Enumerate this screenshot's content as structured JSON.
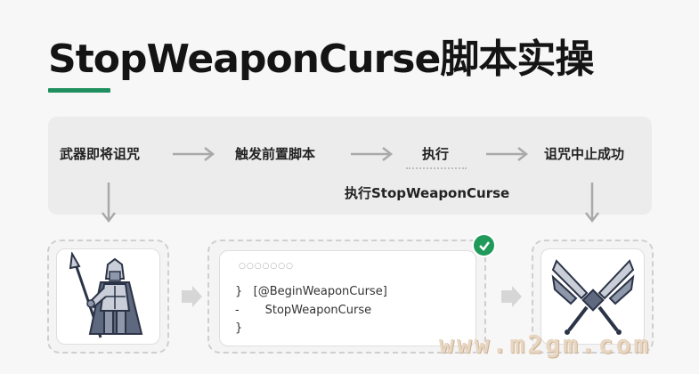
{
  "header": {
    "title": "StopWeaponCurse脚本实操"
  },
  "flow": {
    "steps": [
      "武器即将诅咒",
      "触发前置脚本",
      "执行",
      "诅咒中止成功"
    ],
    "sub_step": "执行StopWeaponCurse"
  },
  "code": {
    "line1": "}   [@BeginWeaponCurse]",
    "line2": "-       StopWeaponCurse",
    "line3": "}"
  },
  "watermark": "www.m2gm.com",
  "colors": {
    "accent": "#1f8f5f",
    "check": "#1f9a5b",
    "arrow": "#a9a9a9"
  },
  "icons": [
    "warrior-icon",
    "crossed-weapons-icon",
    "check-icon",
    "arrow-right-icon",
    "arrow-down-icon"
  ]
}
